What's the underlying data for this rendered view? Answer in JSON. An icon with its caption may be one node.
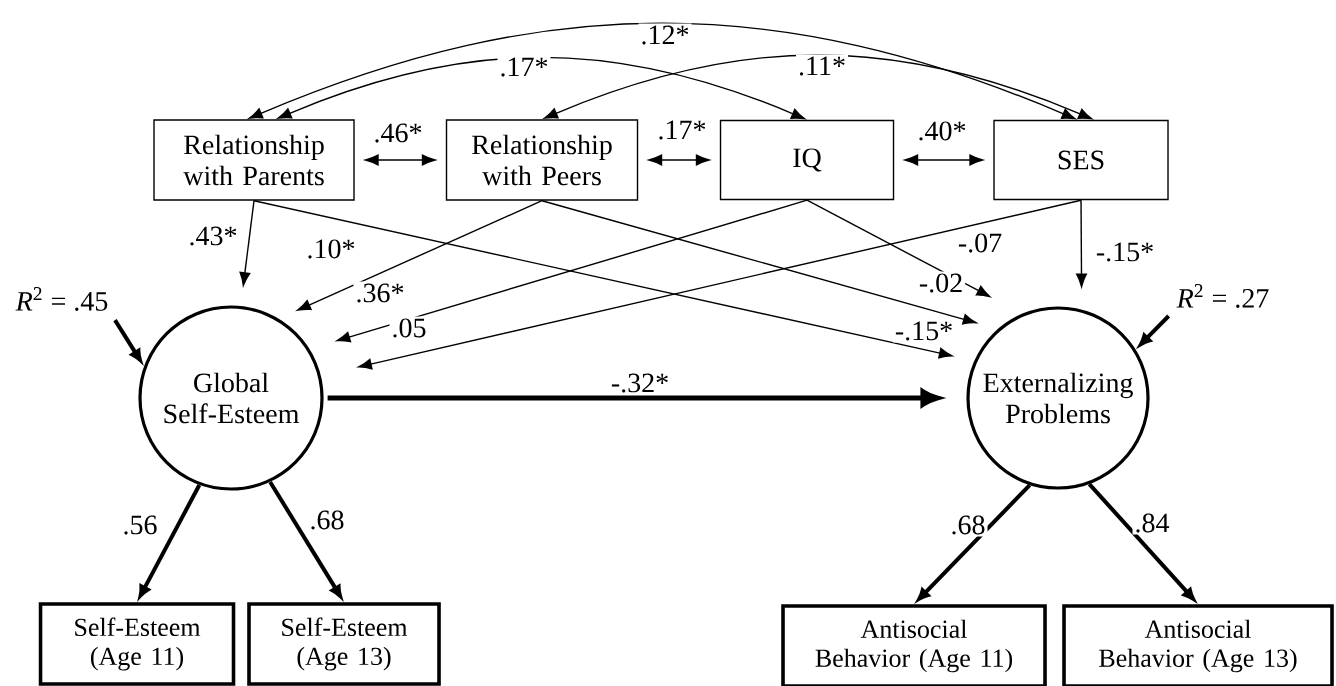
{
  "diagram": {
    "nodes": [
      {
        "text": [
          "Relationship with Parents"
        ]
      },
      {
        "text": [
          "Relationship with Peers"
        ]
      },
      {
        "text": [
          "IQ"
        ]
      },
      {
        "text": [
          "SES"
        ]
      },
      {
        "text": [
          "Global Self-Esteem"
        ]
      },
      {
        "text": [
          "Externalizing Problems"
        ]
      },
      {
        "text": [
          "Self-Esteem (Age 11)"
        ]
      },
      {
        "text": [
          "Self-Esteem (Age 13)"
        ]
      },
      {
        "text": [
          "Antisocial Behavior (Age 11)"
        ]
      },
      {
        "text": [
          "Antisocial Behavior (Age 13)"
        ]
      },
      {
        "text": [
          "*R*$^{2}$ = .45"
        ]
      },
      {
        "text": [
          "*R*$^{2}$ = .27"
        ]
      }
    ],
    "edges": [
      {
        "from": 0,
        "to": 2,
        "arrow": "both",
        "label": ".17*"
      },
      {
        "from": 0,
        "to": 3,
        "arrow": "both",
        "label": ".12*"
      },
      {
        "from": 1,
        "to": 3,
        "arrow": "both",
        "label": ".11*"
      },
      {
        "from": 0,
        "to": 1,
        "arrow": "both",
        "label": ".46*"
      },
      {
        "from": 1,
        "to": 2,
        "arrow": "both",
        "label": ".17*"
      },
      {
        "from": 2,
        "to": 3,
        "arrow": "both",
        "label": ".40*"
      },
      {
        "from": 0,
        "to": 4,
        "arrow": "to",
        "label": ".43*"
      },
      {
        "from": 1,
        "to": 4,
        "arrow": "to",
        "label": ".10*"
      },
      {
        "from": 2,
        "to": 4,
        "arrow": "to",
        "label": ".36*"
      },
      {
        "from": 3,
        "to": 4,
        "arrow": "to",
        "label": ".05"
      },
      {
        "from": 2,
        "to": 5,
        "arrow": "to",
        "label": "-.07"
      },
      {
        "from": 1,
        "to": 5,
        "arrow": "to",
        "label": "-.02"
      },
      {
        "from": 0,
        "to": 5,
        "arrow": "to",
        "label": "-.15*"
      },
      {
        "from": 3,
        "to": 5,
        "arrow": "to",
        "label": "-.15*"
      },
      {
        "from": 10,
        "to": 4,
        "arrow": "to",
        "style": "thick"
      },
      {
        "from": 11,
        "to": 5,
        "arrow": "to",
        "style": "thick"
      },
      {
        "from": 4,
        "to": 5,
        "arrow": "to",
        "label": "-.32*",
        "style": "thick"
      },
      {
        "from": 4,
        "to": 6,
        "arrow": "to",
        "label": ".56",
        "style": "thick"
      },
      {
        "from": 4,
        "to": 7,
        "arrow": "to",
        "label": ".68",
        "style": "thick"
      },
      {
        "from": 5,
        "to": 8,
        "arrow": "to",
        "label": ".68",
        "style": "thick"
      },
      {
        "from": 5,
        "to": 9,
        "arrow": "to",
        "label": ".84",
        "style": "thick"
      }
    ]
  }
}
